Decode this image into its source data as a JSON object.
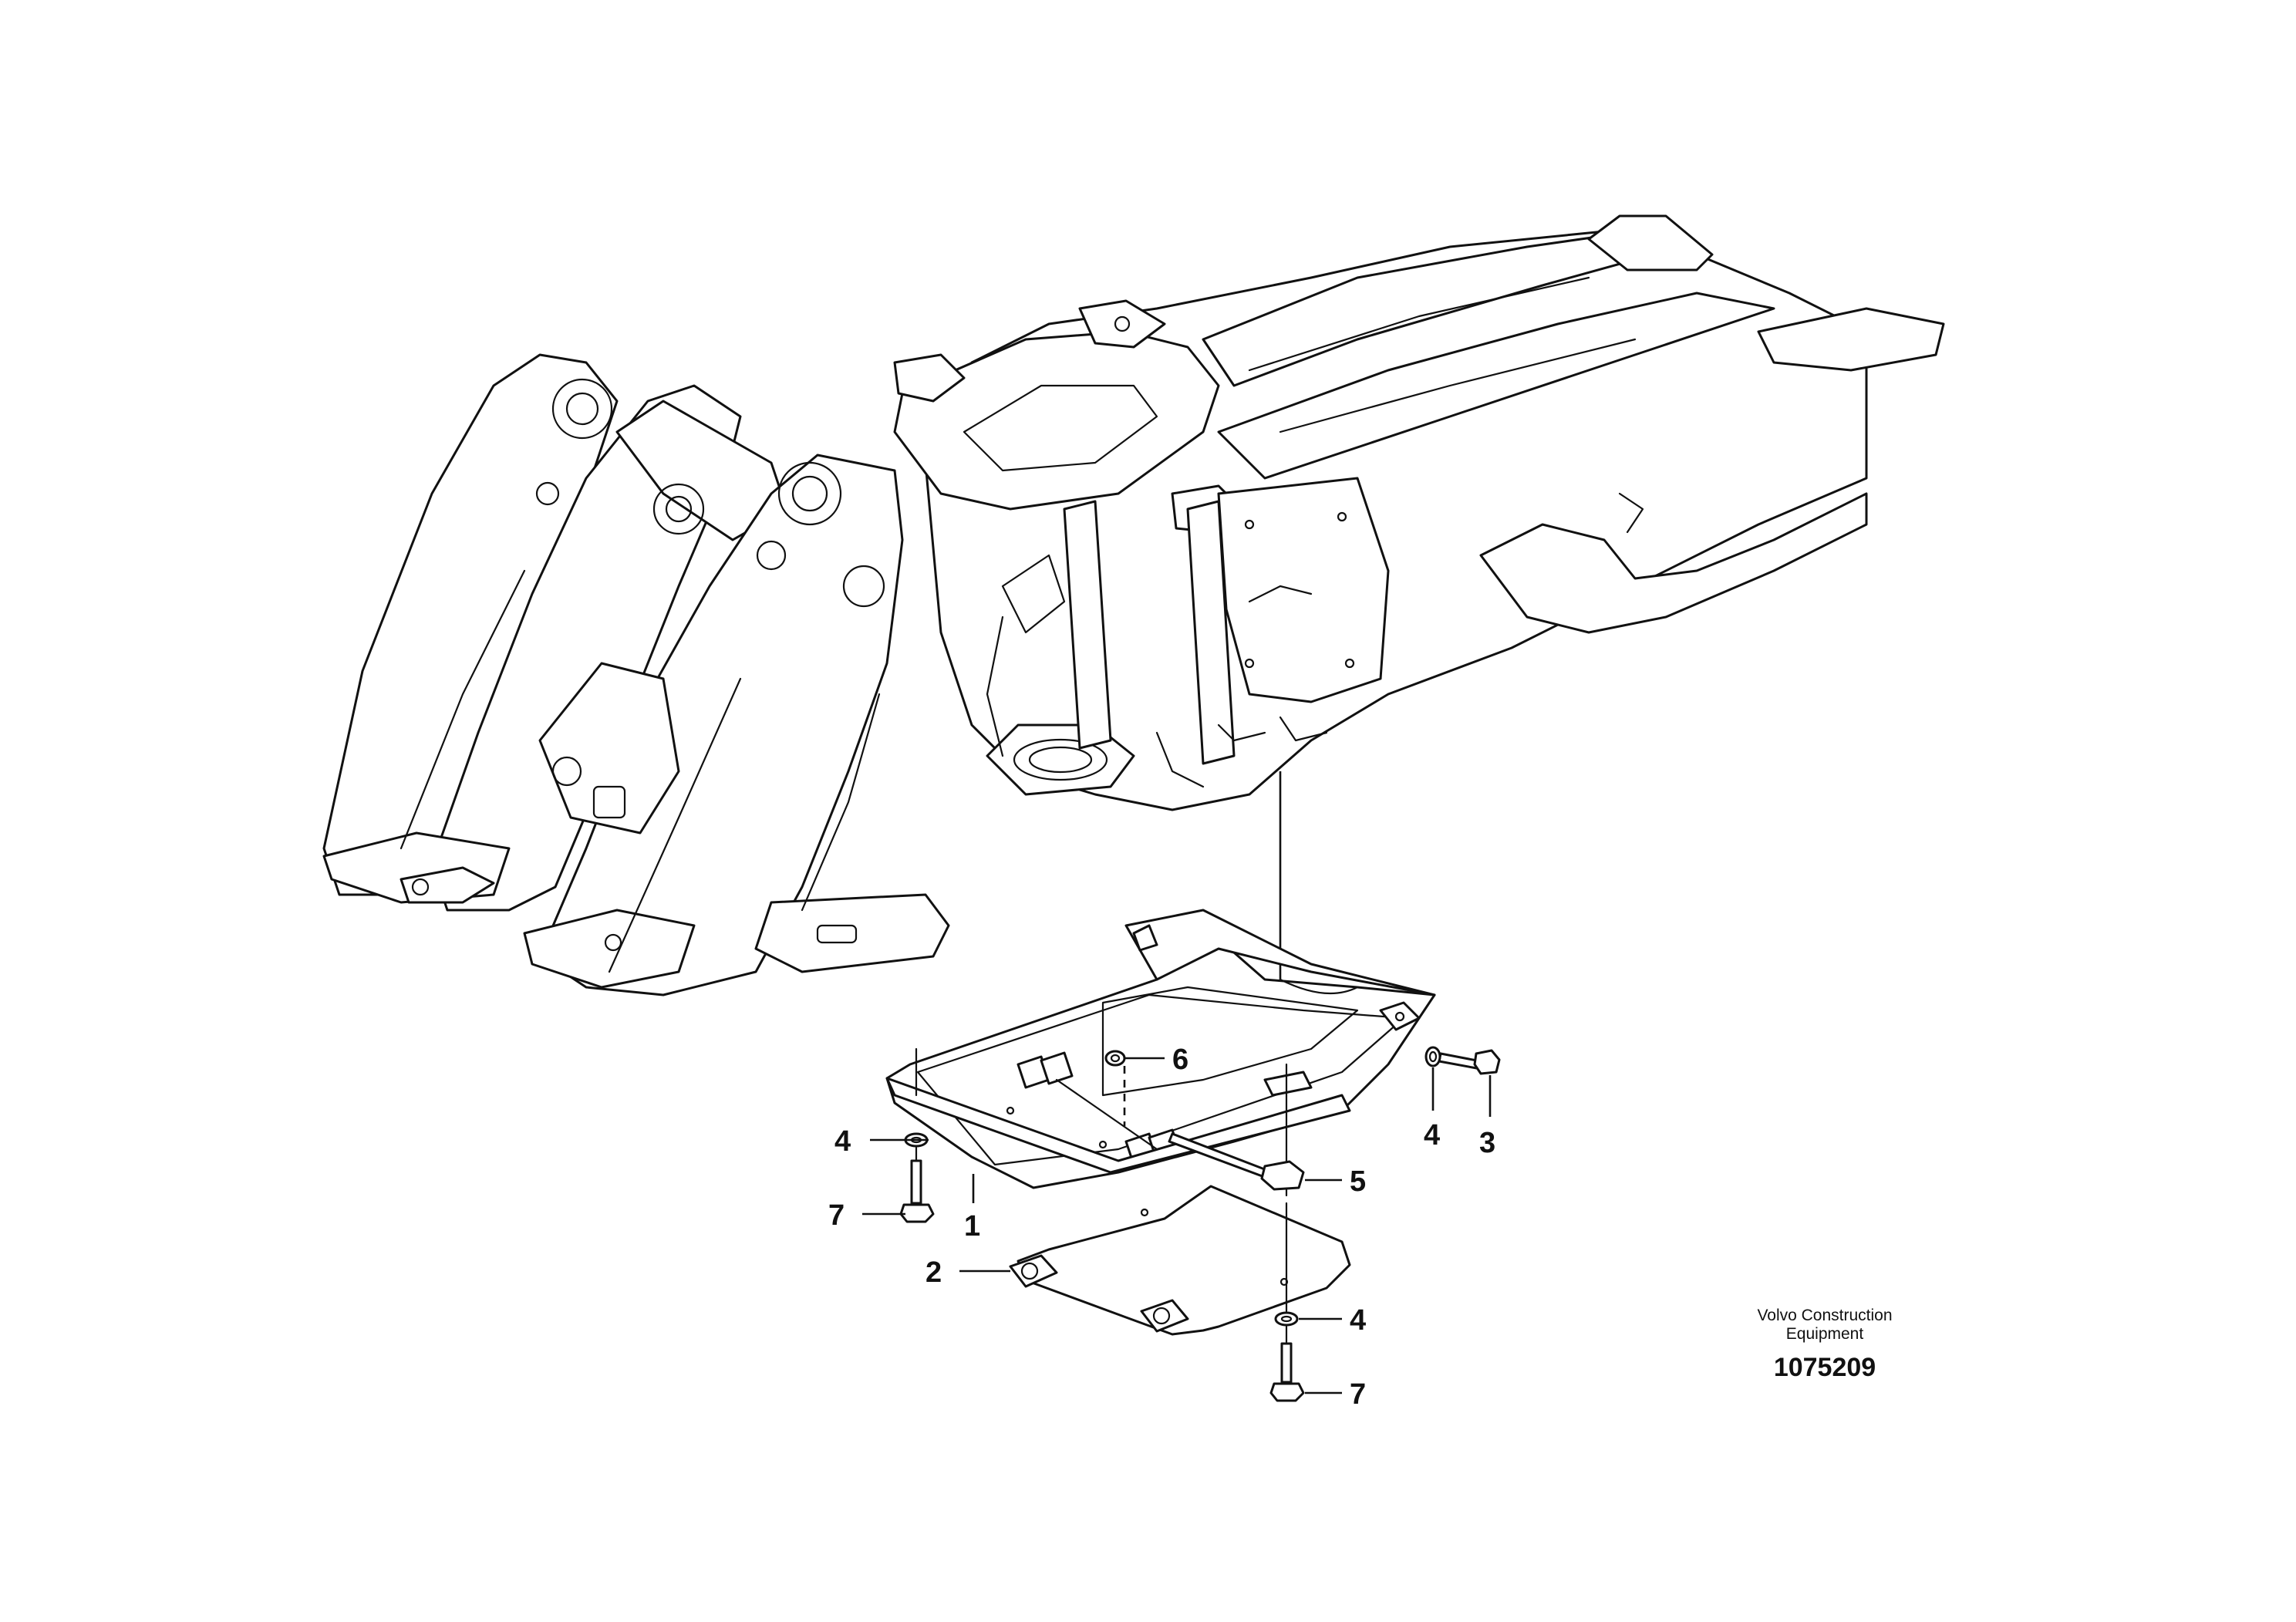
{
  "callouts": {
    "c1": "1",
    "c2": "2",
    "c3": "3",
    "c4a": "4",
    "c4b": "4",
    "c4c": "4",
    "c5": "5",
    "c6": "6",
    "c7a": "7",
    "c7b": "7"
  },
  "footer": {
    "brand_line1": "Volvo Construction",
    "brand_line2": "Equipment",
    "drawing_number": "1075209"
  }
}
